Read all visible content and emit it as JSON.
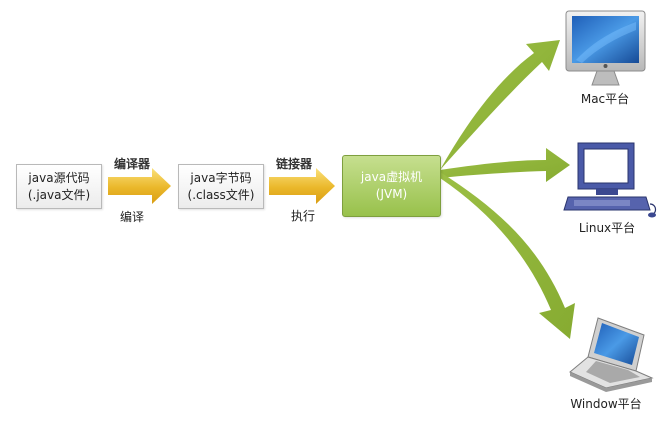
{
  "boxes": {
    "source": {
      "line1": "java源代码",
      "line2": "(.java文件)"
    },
    "bytecode": {
      "line1": "java字节码",
      "line2": "(.class文件)"
    },
    "jvm": {
      "line1": "java虚拟机",
      "line2": "(JVM)"
    }
  },
  "arrows": {
    "compile": {
      "top": "编译器",
      "bottom": "编译"
    },
    "execute": {
      "top": "链接器",
      "bottom": "执行"
    }
  },
  "platforms": {
    "mac": "Mac平台",
    "linux": "Linux平台",
    "windows": "Window平台"
  },
  "colors": {
    "yellow_arrow": "#e8b321",
    "green_arrow": "#8fb33a",
    "jvm_fill": "#a8cc5e"
  },
  "icons": [
    "imac-monitor-icon",
    "linux-crt-computer-icon",
    "laptop-icon"
  ]
}
